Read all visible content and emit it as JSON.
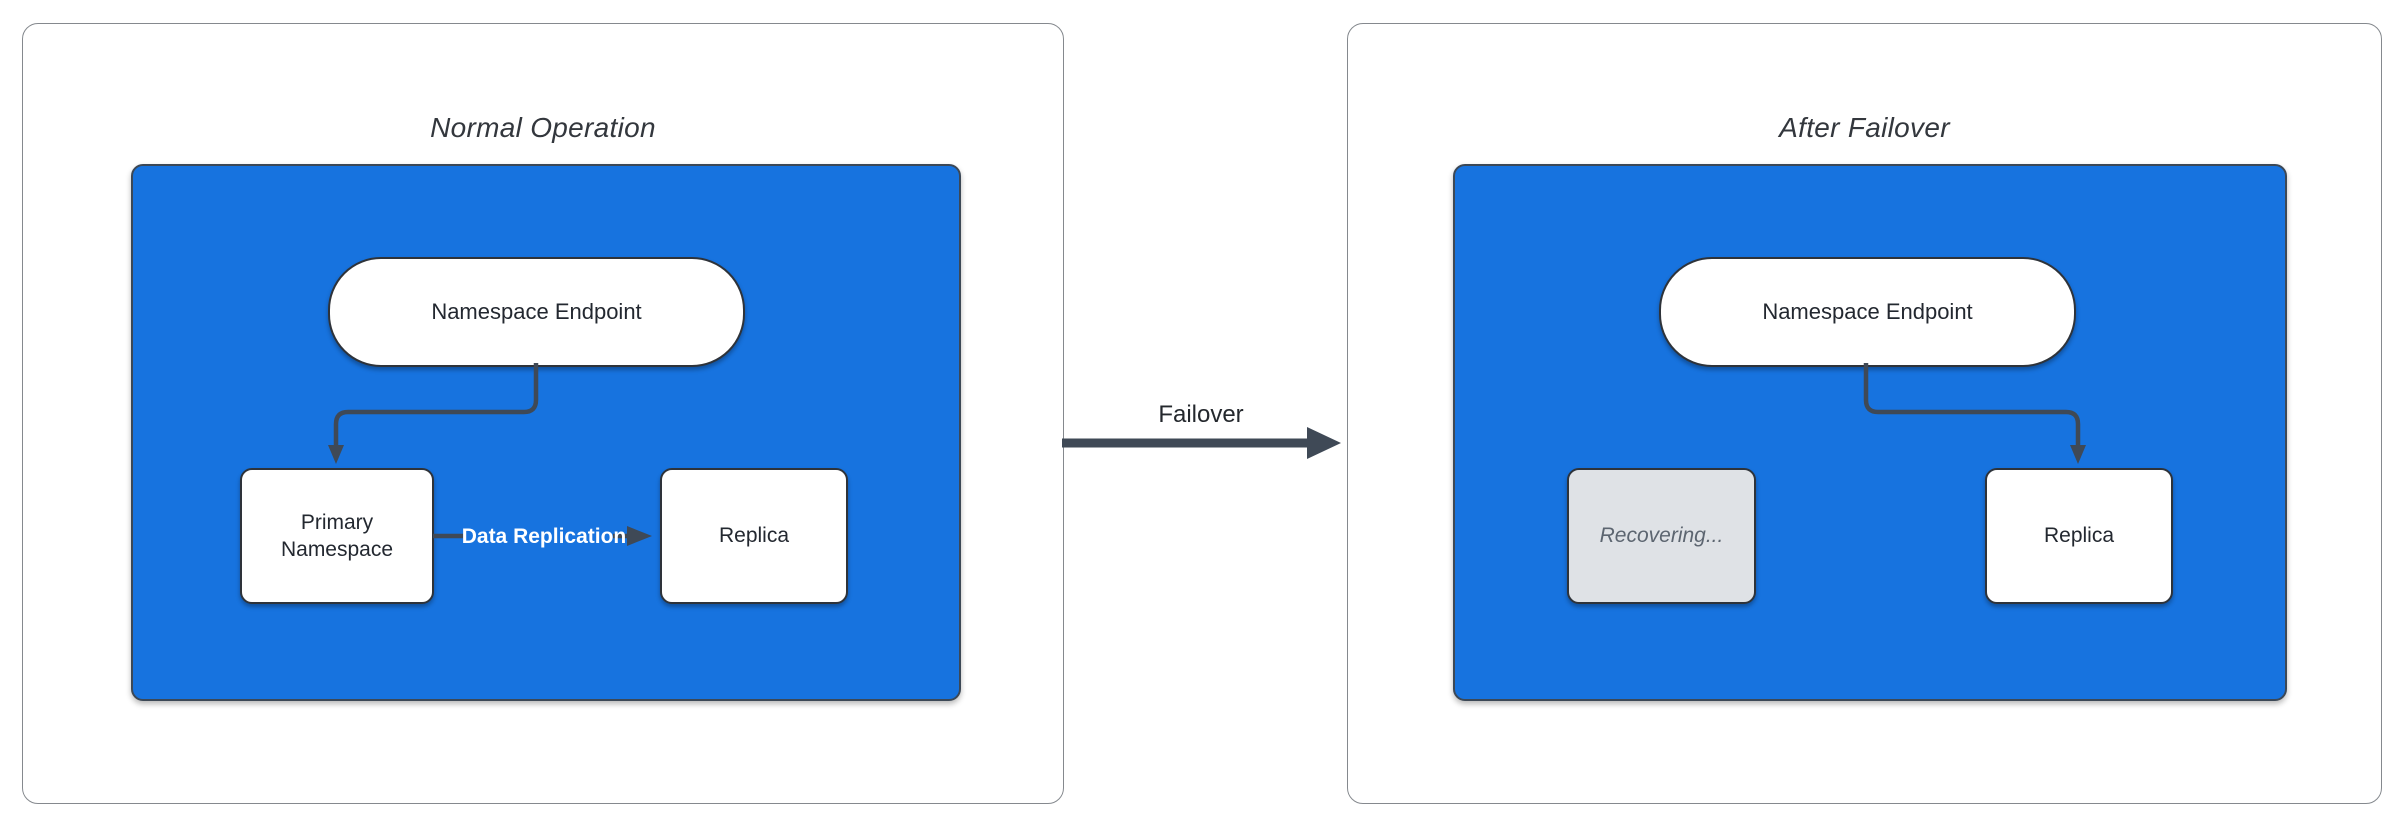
{
  "diagram_type": "flowchart-comparison",
  "panels": [
    {
      "title": "Normal Operation",
      "cluster": {
        "endpoint": {
          "label": "Namespace Endpoint",
          "shape": "stadium"
        },
        "nodes": [
          {
            "label": "Primary Namespace",
            "state": "active"
          },
          {
            "label": "Replica",
            "state": "active"
          }
        ],
        "edges": [
          {
            "label": "Data Replication",
            "from": "Primary Namespace",
            "to": "Replica"
          },
          {
            "label": "",
            "from": "Namespace Endpoint",
            "to": "Primary Namespace"
          }
        ]
      }
    },
    {
      "title": "After Failover",
      "cluster": {
        "endpoint": {
          "label": "Namespace Endpoint",
          "shape": "stadium"
        },
        "nodes": [
          {
            "label": "Recovering...",
            "state": "recovering"
          },
          {
            "label": "Replica",
            "state": "active"
          }
        ],
        "edges": [
          {
            "label": "",
            "from": "Namespace Endpoint",
            "to": "Replica"
          }
        ]
      }
    }
  ],
  "transition": {
    "label": "Failover",
    "from": "Normal Operation",
    "to": "After Failover"
  },
  "colors": {
    "cluster_fill": "#1773DF",
    "cluster_border": "#3C4856",
    "node_fill": "#FFFFFF",
    "node_border": "#2E333A",
    "edge_stroke": "#3F4956",
    "edge_label_text": "#FFFFFF",
    "recovering_fill": "#DFE2E6",
    "recovering_text": "#5C6570",
    "panel_border": "#85898E",
    "title_text": "#33373D"
  }
}
